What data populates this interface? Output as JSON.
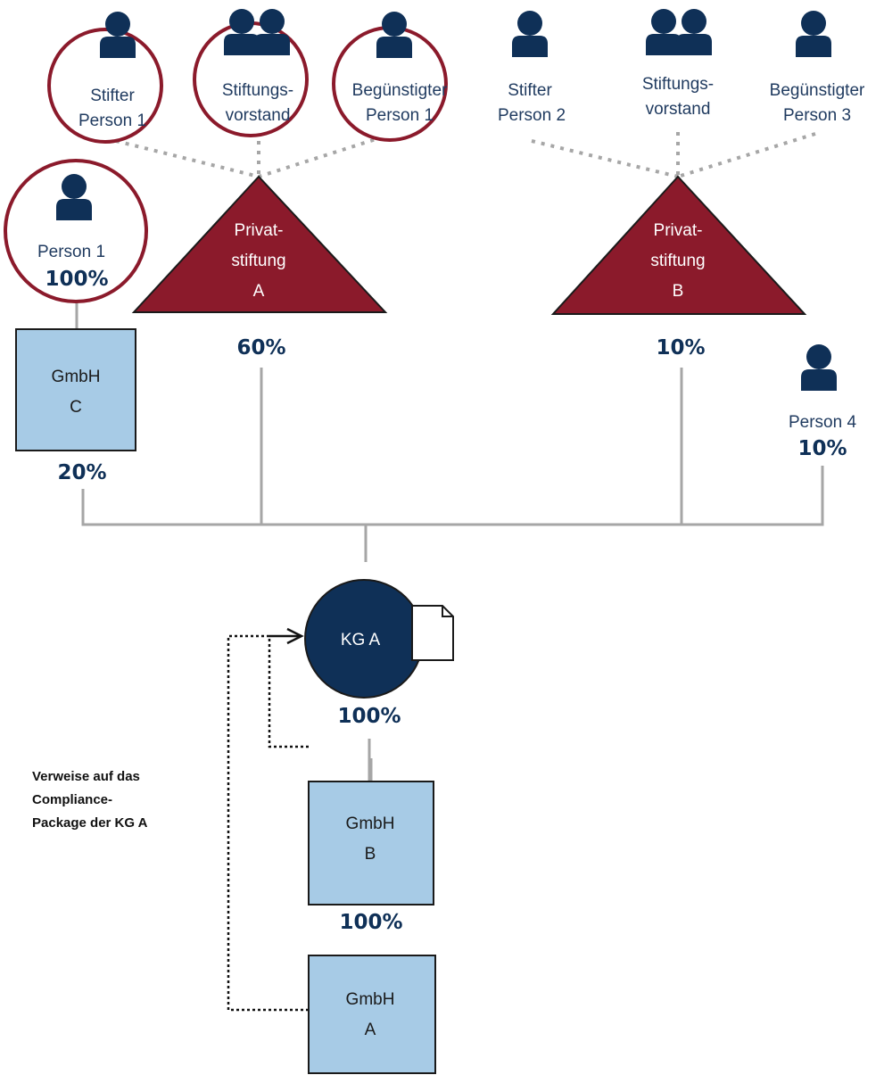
{
  "colors": {
    "dark_navy": "#0f3057",
    "maroon": "#8b1a2b",
    "light_blue": "#a7cbe6",
    "connector_gray": "#a6a6a6"
  },
  "top_left": {
    "stifter_1": [
      "Stifter",
      "Person 1"
    ],
    "vorstand": [
      "Stiftungs-",
      "vorstand"
    ],
    "beg_1": [
      "Begünstigter",
      "Person 1"
    ]
  },
  "top_right": {
    "stifter_2": [
      "Stifter",
      "Person 2"
    ],
    "vorstand": [
      "Stiftungs-",
      "vorstand"
    ],
    "beg_3": [
      "Begünstigter",
      "Person 3"
    ]
  },
  "person_1": {
    "label": "Person 1",
    "pct": "100%"
  },
  "person_4": {
    "label": "Person 4",
    "pct": "10%"
  },
  "privatstiftung_a": {
    "lines": [
      "Privat-",
      "stiftung",
      "A"
    ],
    "pct": "60%"
  },
  "privatstiftung_b": {
    "lines": [
      "Privat-",
      "stiftung",
      "B"
    ],
    "pct": "10%"
  },
  "gmbh_c": {
    "lines": [
      "GmbH",
      "C"
    ],
    "pct": "20%"
  },
  "kg_a": {
    "label": "KG A",
    "pct": "100%"
  },
  "gmbh_b": {
    "lines": [
      "GmbH",
      "B"
    ],
    "pct": "100%"
  },
  "gmbh_a": {
    "lines": [
      "GmbH",
      "A"
    ]
  },
  "note": [
    "Verweise auf das",
    "Compliance-",
    "Package der KG A"
  ],
  "icons": {
    "person": "person-icon",
    "group": "group-icon",
    "document": "document-icon"
  }
}
